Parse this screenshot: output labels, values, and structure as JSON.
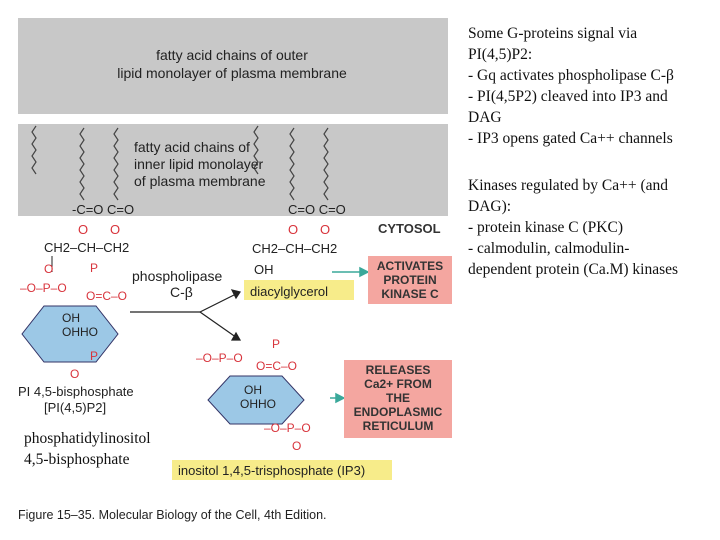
{
  "labels": {
    "outer_membrane": [
      "fatty acid chains of outer",
      "lipid monolayer of plasma membrane"
    ],
    "inner_membrane": [
      "fatty acid chains of",
      "inner lipid monolayer",
      "of plasma membrane"
    ],
    "cytosol": "CYTOSOL",
    "enzyme": [
      "phospholipase",
      "C-β"
    ],
    "dag": "diacylglycerol",
    "activates": [
      "ACTIVATES",
      "PROTEIN",
      "KINASE C"
    ],
    "releases": [
      "RELEASES",
      "Ca2+ FROM",
      "THE",
      "ENDOPLASMIC",
      "RETICULUM"
    ],
    "pip2": [
      "PI 4,5-bisphosphate",
      "[PI(4,5)P2]"
    ],
    "ip3": "inositol 1,4,5-trisphosphate (IP3)",
    "figure_caption": "Figure 15–35. Molecular Biology of the Cell, 4th Edition.",
    "pip2_caption": [
      "phosphatidylinositol",
      "4,5-bisphosphate"
    ]
  },
  "chem": {
    "glycerol_left": "CH2–CH–CH2",
    "glycerol_right": "CH2–CH–CH2",
    "ester_left": "-C=O C=O",
    "ester_right": "C=O C=O",
    "oh": "OH",
    "o": "O",
    "p": "P",
    "phosphate_left": "–O–P–O",
    "phosphate_ring": "O=C–O",
    "ring_oh1": "OH",
    "ring_oh2": "OHHO"
  },
  "sidebar": {
    "block1": [
      "Some G-proteins signal via",
      "PI(4,5)P2:",
      "- Gq activates phospholipase C-β",
      "- PI(4,5P2) cleaved into IP3 and",
      "DAG",
      "- IP3 opens gated Ca++ channels"
    ],
    "block2": [
      "Kinases regulated by Ca++ (and",
      "DAG):",
      "- protein kinase C (PKC)",
      "- calmodulin, calmodulin-",
      "dependent protein (Ca.M) kinases"
    ]
  },
  "colors": {
    "membrane_gray": "#c8c8c8",
    "box_salmon": "#f4a6a0",
    "highlight_yellow": "#f7ec8a",
    "hexagon_blue": "#9cc8e6",
    "phosphate_red": "#d8343c",
    "arrow_teal": "#3aa89a",
    "text_dark": "#222222"
  }
}
